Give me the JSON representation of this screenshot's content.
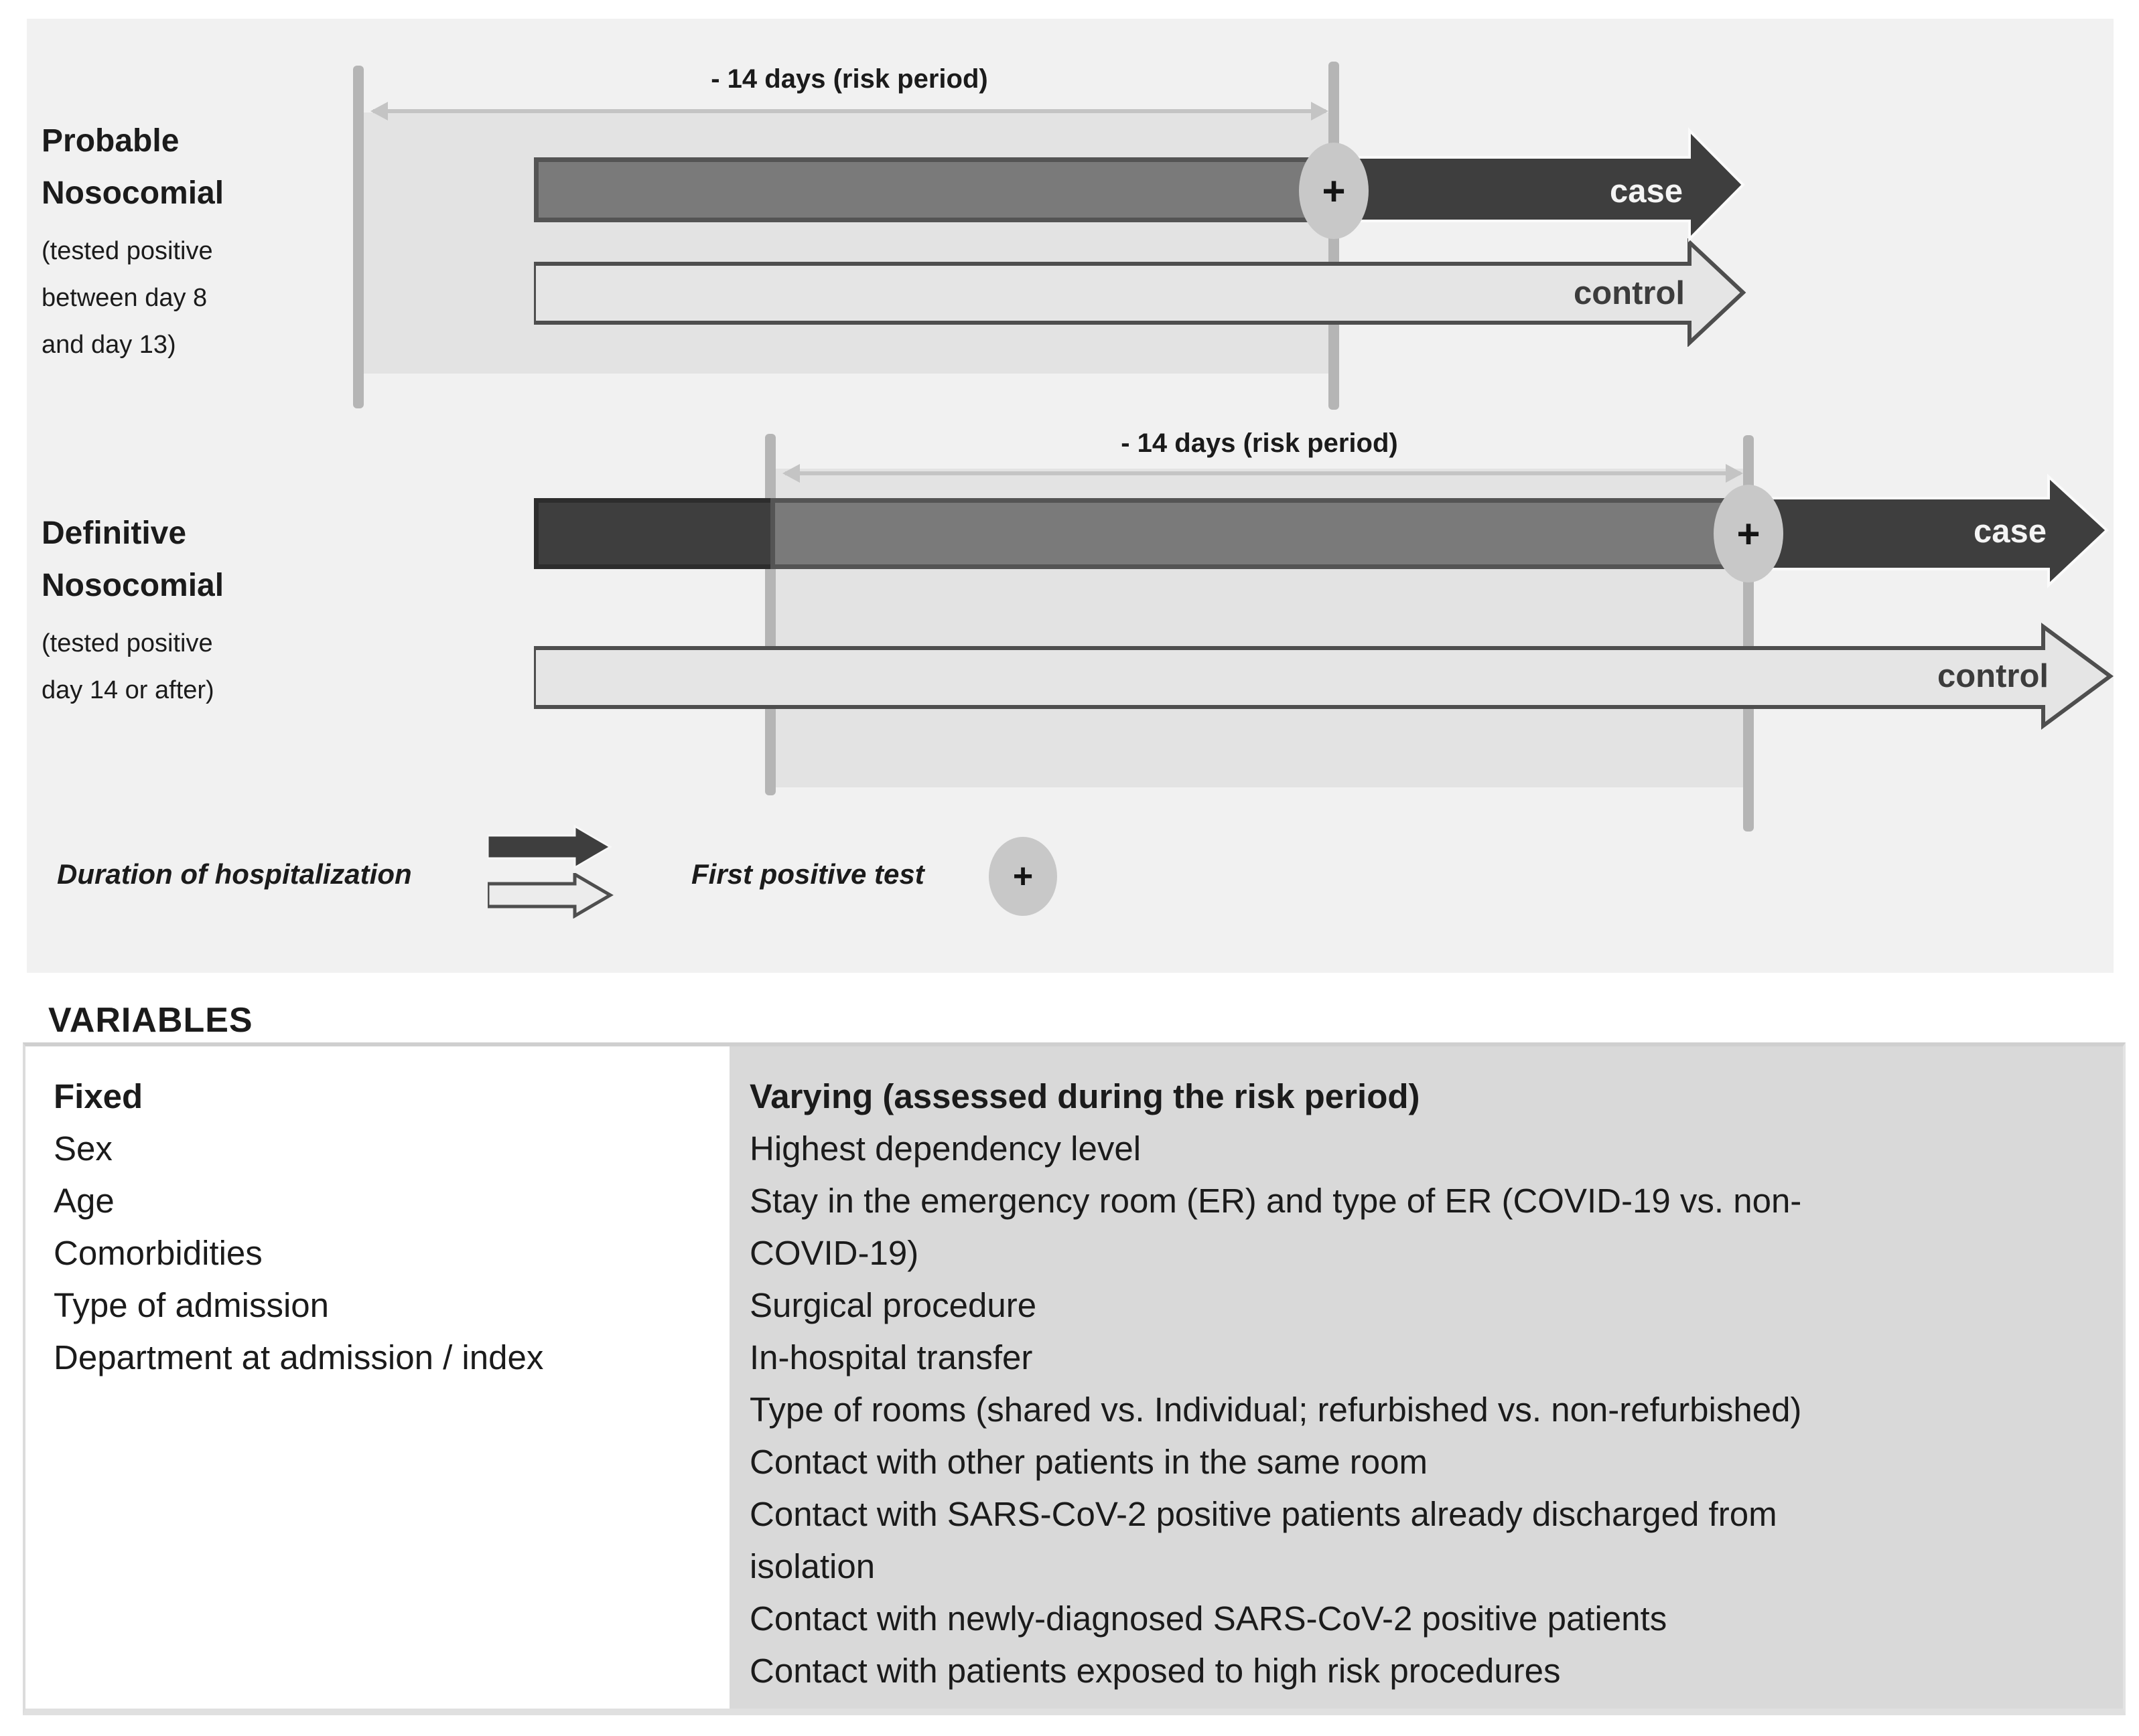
{
  "diagram": {
    "risk_period_label": "- 14 days (risk period)",
    "plus_symbol": "+",
    "case_label": "case",
    "control_label": "control",
    "timelines": [
      {
        "name": "probable-nosocomial",
        "title_lines": [
          "Probable",
          "Nosocomial"
        ],
        "subtitle_lines": [
          "(tested positive",
          "between day 8",
          "and day 13)"
        ]
      },
      {
        "name": "definitive-nosocomial",
        "title_lines": [
          "Definitive",
          "Nosocomial"
        ],
        "subtitle_lines": [
          "(tested positive",
          "day 14 or after)"
        ]
      }
    ],
    "legend": {
      "duration_label": "Duration of hospitalization",
      "first_positive_label": "First positive test"
    }
  },
  "variables": {
    "heading": "VARIABLES",
    "fixed": {
      "header": "Fixed",
      "items": [
        "Sex",
        "Age",
        "Comorbidities",
        "Type of admission",
        "Department at admission / index"
      ]
    },
    "varying": {
      "header": "Varying (assessed during the risk period)",
      "lines": [
        "Highest dependency level",
        "Stay in the emergency room (ER) and type of ER (COVID-19 vs. non-",
        "COVID-19)",
        "Surgical procedure",
        "In-hospital transfer",
        "Type of rooms (shared vs. Individual; refurbished vs. non-refurbished)",
        "Contact with other patients in the same room",
        "Contact with SARS-CoV-2 positive patients already discharged from",
        "isolation",
        "Contact with newly-diagnosed SARS-CoV-2 positive patients",
        "Contact with patients exposed to high risk procedures"
      ]
    }
  },
  "colors": {
    "panel": "#f1f1f1",
    "shade": "#e3e3e3",
    "vline": "#b5b5b5",
    "dim": "#c4c4c4",
    "case_dark": "#3e3e3e",
    "case_dark_border": "#2d2d2d",
    "bar_mid": "#7a7a7a",
    "bar_mid_border": "#545454",
    "control_fill": "#e5e5e5",
    "control_border": "#4e4e4e",
    "ellipse": "#c8c8c8",
    "cell_gray": "#d9d9d9",
    "text": "#1b1b1b"
  }
}
